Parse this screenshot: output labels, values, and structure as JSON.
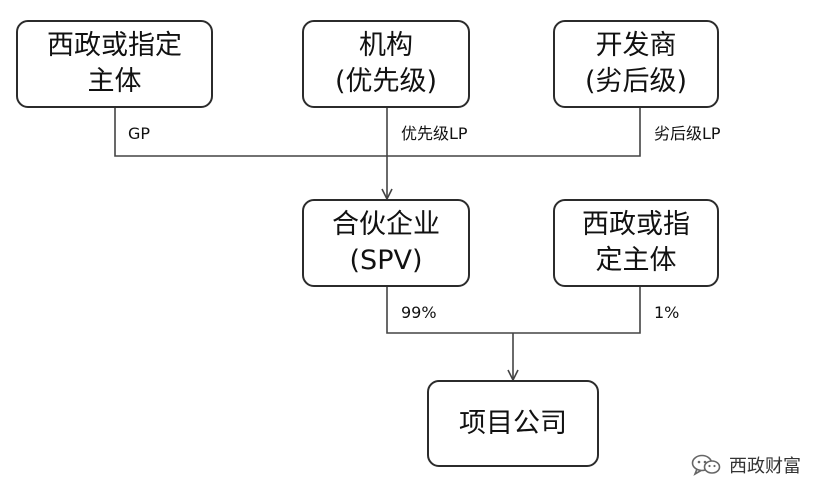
{
  "nodes": {
    "gov_top": {
      "line1": "西政或指定",
      "line2": "主体"
    },
    "institution": {
      "line1": "机构",
      "line2": "(优先级)"
    },
    "developer": {
      "line1": "开发商",
      "line2": "(劣后级)"
    },
    "spv": {
      "line1": "合伙企业",
      "line2": "(SPV)"
    },
    "gov_mid": {
      "line1": "西政或指",
      "line2": "定主体"
    },
    "project": {
      "line1": "项目公司"
    }
  },
  "edges": {
    "gp": "GP",
    "priority_lp": "优先级LP",
    "subordinate_lp": "劣后级LP",
    "spv_share": "99%",
    "gov_share": "1%"
  },
  "watermark": {
    "text": "西政财富",
    "icon": "wechat-icon"
  },
  "colors": {
    "border": "#2b2b2b",
    "line": "#444444"
  }
}
